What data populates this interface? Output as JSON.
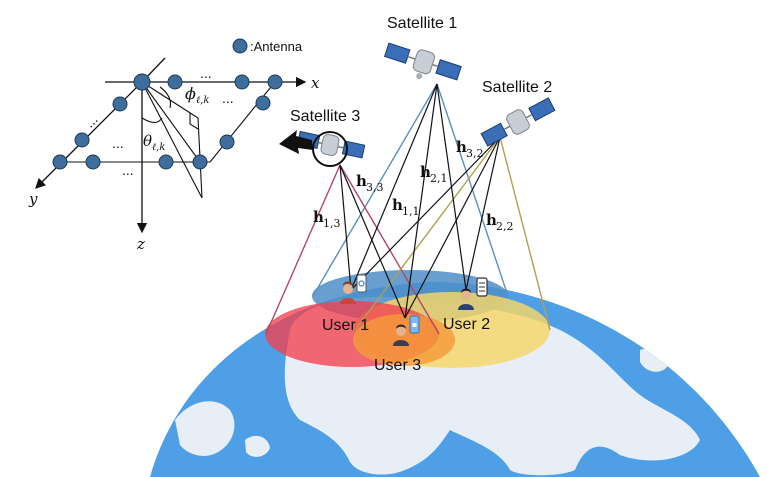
{
  "legend": {
    "antenna_label": ":Antenna"
  },
  "axes": {
    "x": "x",
    "y": "y",
    "z": "z"
  },
  "array": {
    "phi": "ϕ",
    "phi_sub": "ℓ,k",
    "theta": "θ",
    "theta_sub": "ℓ,k",
    "ellipsis": "..."
  },
  "satellites": [
    {
      "name": "Satellite 1"
    },
    {
      "name": "Satellite 2"
    },
    {
      "name": "Satellite 3"
    }
  ],
  "channels": [
    {
      "sym": "h",
      "sub": "3,3"
    },
    {
      "sym": "h",
      "sub": "1,3"
    },
    {
      "sym": "h",
      "sub": "1,1"
    },
    {
      "sym": "h",
      "sub": "2,1"
    },
    {
      "sym": "h",
      "sub": "3,2"
    },
    {
      "sym": "h",
      "sub": "2,2"
    }
  ],
  "users": [
    {
      "name": "User 1"
    },
    {
      "name": "User 2"
    },
    {
      "name": "User 3"
    }
  ],
  "colors": {
    "antenna": "#3f6e9c",
    "ocean": "#4f9fe6",
    "land": "#e8eef6",
    "beam_blue": "#4f8ec8",
    "beam_red": "#f2404d",
    "beam_yellow": "#f7d766",
    "beam_orange": "#f59a3a",
    "cone_blue": "#5a8fc0",
    "cone_red": "#b34566",
    "cone_gold": "#b49e4e",
    "link": "#111111"
  }
}
